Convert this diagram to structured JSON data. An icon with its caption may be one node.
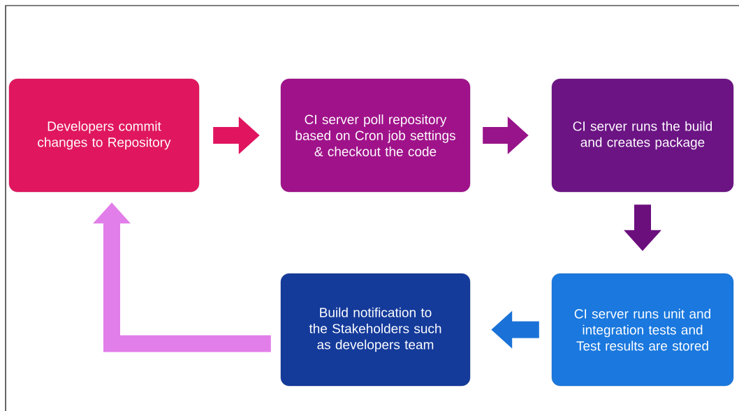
{
  "diagram": {
    "nodes": [
      {
        "text": [
          "Developers commit changes to Repository"
        ]
      },
      {
        "text": [
          "CI server poll repository based on Cron job settings & checkout the code"
        ]
      },
      {
        "text": [
          "CI server runs the build and creates package"
        ]
      },
      {
        "text": [
          "CI server runs unit and integration tests and Test results  are stored"
        ]
      },
      {
        "text": [
          "Build notification to the Stakeholders such as developers team"
        ]
      }
    ],
    "edges": [
      {
        "from": 0,
        "to": 1,
        "arrow": "to",
        "color": "#e0145f"
      },
      {
        "from": 1,
        "to": 2,
        "arrow": "to",
        "color": "#98148a"
      },
      {
        "from": 2,
        "to": 3,
        "arrow": "to",
        "color": "#6b0f7d"
      },
      {
        "from": 3,
        "to": 4,
        "arrow": "to",
        "color": "#1a72d8"
      },
      {
        "from": 4,
        "to": 0,
        "arrow": "to",
        "color": "#e27ee9"
      }
    ]
  }
}
